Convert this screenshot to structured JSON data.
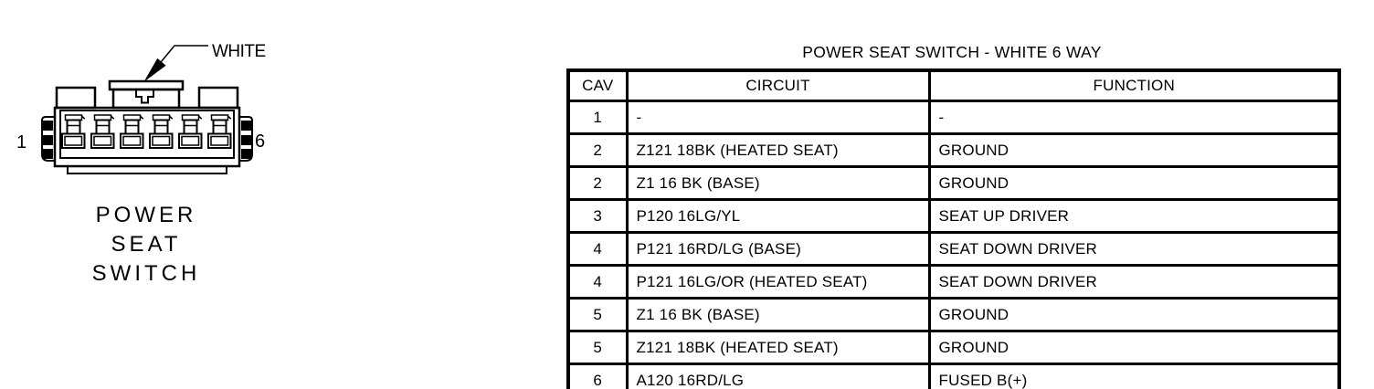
{
  "colors": {
    "ink": "#000000",
    "paper": "#ffffff"
  },
  "connector": {
    "color_callout": "WHITE",
    "first_pin_label": "1",
    "last_pin_label": "6",
    "caption_line1": "POWER",
    "caption_line2": "SEAT",
    "caption_line3": "SWITCH"
  },
  "table": {
    "title": "POWER SEAT SWITCH - WHITE 6 WAY",
    "columns": {
      "cav": "CAV",
      "circuit": "CIRCUIT",
      "function": "FUNCTION"
    },
    "rows": [
      {
        "cav": "1",
        "circuit": "-",
        "function": "-"
      },
      {
        "cav": "2",
        "circuit": "Z121 18BK (HEATED SEAT)",
        "function": "GROUND"
      },
      {
        "cav": "2",
        "circuit": "Z1 16 BK (BASE)",
        "function": "GROUND"
      },
      {
        "cav": "3",
        "circuit": "P120 16LG/YL",
        "function": "SEAT UP DRIVER"
      },
      {
        "cav": "4",
        "circuit": "P121 16RD/LG (BASE)",
        "function": "SEAT DOWN DRIVER"
      },
      {
        "cav": "4",
        "circuit": "P121 16LG/OR (HEATED SEAT)",
        "function": "SEAT DOWN DRIVER"
      },
      {
        "cav": "5",
        "circuit": "Z1 16 BK (BASE)",
        "function": "GROUND"
      },
      {
        "cav": "5",
        "circuit": "Z121 18BK (HEATED SEAT)",
        "function": "GROUND"
      },
      {
        "cav": "6",
        "circuit": "A120 16RD/LG",
        "function": "FUSED B(+)"
      }
    ]
  }
}
